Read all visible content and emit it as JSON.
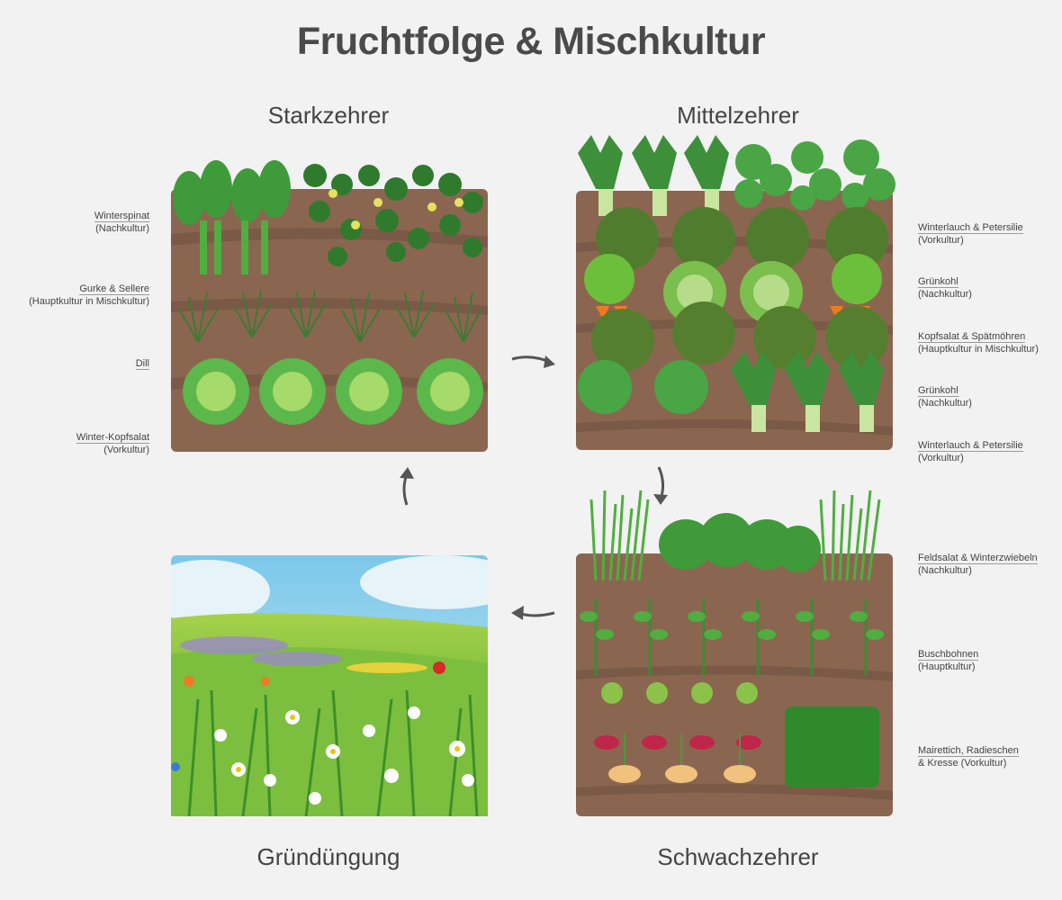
{
  "title": "Fruchtfolge & Mischkultur",
  "sections": {
    "starkzehrer": "Starkzehrer",
    "mittelzehrer": "Mittelzehrer",
    "schwachzehrer": "Schwachzehrer",
    "gruenduengung": "Gründüngung"
  },
  "starkzehrer_labels": [
    {
      "line1": "Winterspinat",
      "line2": "(Nachkultur)"
    },
    {
      "line1": "Gurke & Sellere",
      "line2": "(Hauptkultur in Mischkultur)"
    },
    {
      "line1": "Dill",
      "line2": ""
    },
    {
      "line1": "Winter-Kopfsalat",
      "line2": "(Vorkultur)"
    }
  ],
  "mittelzehrer_labels": [
    {
      "line1": "Winterlauch & Petersilie",
      "line2": "(Vorkultur)"
    },
    {
      "line1": "Grünkohl",
      "line2": "(Nachkultur)"
    },
    {
      "line1": "Kopfsalat & Spätmöhren",
      "line2": "(Hauptkultur in Mischkultur)"
    },
    {
      "line1": "Grünkohl",
      "line2": "(Nachkultur)"
    },
    {
      "line1": "Winterlauch & Petersilie",
      "line2": "(Vorkultur)"
    }
  ],
  "schwachzehrer_labels": [
    {
      "line1": "Feldsalat & Winterzwiebeln",
      "line2": "(Nachkultur)"
    },
    {
      "line1": "Buschbohnen",
      "line2": "(Hauptkultur)"
    },
    {
      "line1": "Mairettich, Radieschen",
      "line2": "& Kresse (Vorkultur)"
    }
  ],
  "colors": {
    "soil": "#8a6650",
    "soil_dark": "#6e4f3c",
    "leaf": "#3f9a3a",
    "leaf_light": "#7cc242",
    "arrow": "#555555"
  }
}
